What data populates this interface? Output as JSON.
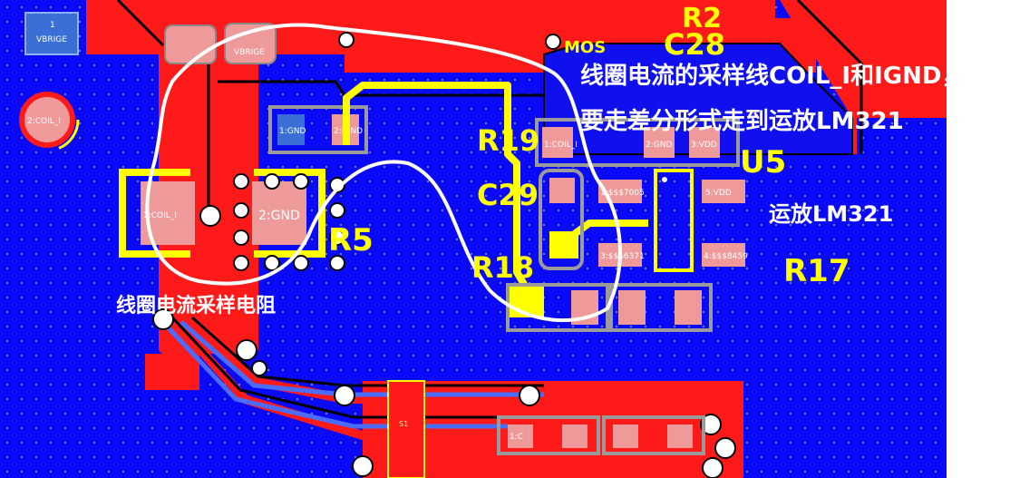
{
  "colors": {
    "board": "#0a0af5",
    "top_copper": "#ff1a1a",
    "bottom_copper": "#0000ff",
    "pad": "#ef9a9a",
    "silkscreen": "#ffff00",
    "annotation": "#ffffff",
    "via_ring": "#c0c0c0",
    "background": "#ffffff"
  },
  "designators": {
    "r5": "R5",
    "r17": "R17",
    "r18": "R18",
    "r19": "R19",
    "c28": "C28",
    "c29": "C29",
    "u5": "U5",
    "r2": "R2",
    "mos": "MOS"
  },
  "annotations": {
    "line1": "线圈电流的采样线COIL_I和IGND，",
    "line2": "要走差分形式走到运放LM321",
    "opamp": "运放LM321",
    "resistor": "线圈电流采样电阻"
  },
  "pads": {
    "vbrige_num": "1",
    "vbrige": "VBRIGE",
    "coil_top": "2:COIL_I",
    "vbrige2": "VBRIGE",
    "gnd1": "1:GND",
    "gnd2": "2:IGND",
    "coil_pad": "1:COIL_I",
    "gnd_pad": "2:GND",
    "u5_coil": "1:COIL_I",
    "u5_gnd": "2:GND",
    "u5_vdd": "3:VDD",
    "net_a": "1:$$$7005",
    "net_b": "3:$$$6371",
    "net_c": "5:VDD",
    "net_d": "4:$$$8459",
    "bottom_a": "S1",
    "bottom_b": "1:C"
  }
}
